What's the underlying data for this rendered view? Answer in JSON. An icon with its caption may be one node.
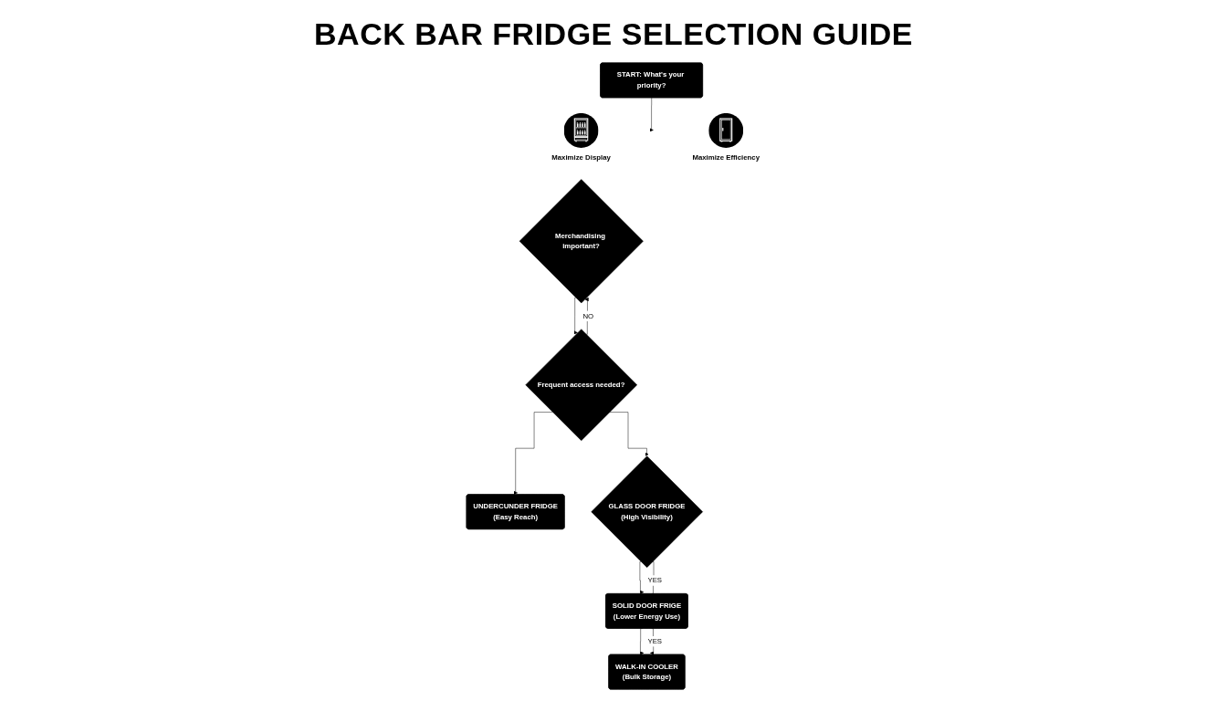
{
  "diagram": {
    "title": "BACK BAR FRIDGE SELECTION GUIDE",
    "nodes": [
      {
        "text": [
          "START: What's your priority?"
        ]
      },
      {
        "text": [
          "Maximize Display"
        ]
      },
      {
        "text": [
          "Maximize Efficiency"
        ]
      },
      {
        "text": [
          "Merchandising important?"
        ]
      },
      {
        "text": [
          "GLASS DOOR FRIDGE",
          "(High Visibility)"
        ]
      },
      {
        "text": [
          "Frequent access needed?"
        ]
      },
      {
        "text": [
          "SOLID DOOR FRIGE",
          "(Lower Energy Use)"
        ]
      },
      {
        "text": [
          "UNDERCUNDER FRIDGE",
          "(Easy Reach)"
        ]
      },
      {
        "text": [
          "WALK-IN COOLER",
          "(Bulk Storage)"
        ]
      }
    ],
    "edges": [
      {
        "from": 0,
        "to": null,
        "arrow": "to"
      },
      {
        "from": 3,
        "to": 5,
        "arrow": "to"
      },
      {
        "from": 5,
        "to": 3,
        "arrow": "to",
        "label": "NO"
      },
      {
        "from": 5,
        "to": 7,
        "arrow": "to"
      },
      {
        "from": 5,
        "to": 4,
        "arrow": "to"
      },
      {
        "from": 4,
        "to": 6,
        "arrow": "to"
      },
      {
        "from": 4,
        "to": 6,
        "arrow": "none",
        "label": "YES"
      },
      {
        "from": 6,
        "to": 8,
        "arrow": "to"
      },
      {
        "from": 6,
        "to": 8,
        "arrow": "to",
        "label": "YES"
      }
    ]
  }
}
